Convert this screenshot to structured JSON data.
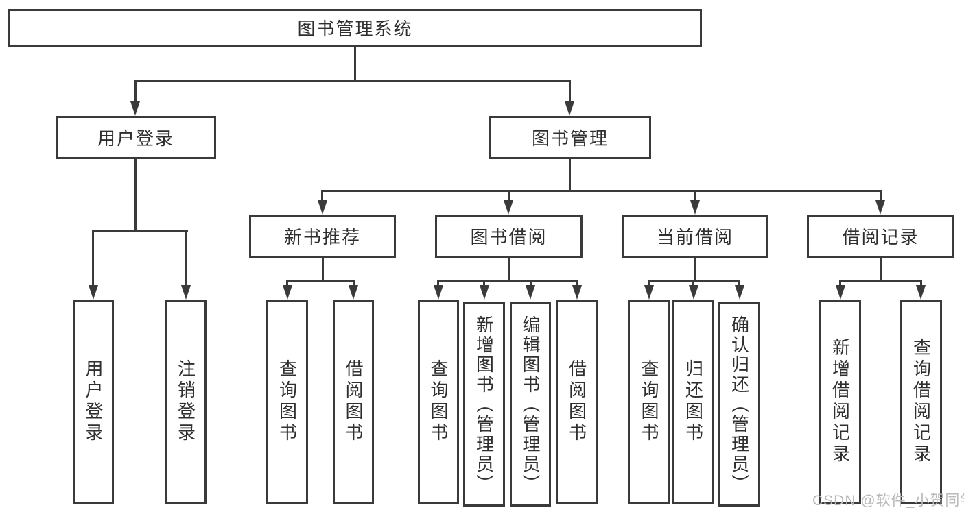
{
  "diagram": {
    "title": "图书管理系统",
    "nodes": {
      "root": "图书管理系统",
      "level2": [
        "用户登录",
        "图书管理"
      ],
      "level3": [
        "新书推荐",
        "图书借阅",
        "当前借阅",
        "借阅记录"
      ],
      "leaves": [
        "用户登录",
        "注销登录",
        "查询图书",
        "借阅图书",
        "查询图书",
        "新增图书（管理员）",
        "编辑图书（管理员）",
        "借阅图书",
        "查询图书",
        "归还图书",
        "确认归还（管理员）",
        "新增借阅记录",
        "查询借阅记录"
      ]
    },
    "hierarchy": [
      {
        "parent": "用户登录",
        "children": [
          "用户登录",
          "注销登录"
        ]
      },
      {
        "parent": "图书管理",
        "children": [
          "新书推荐",
          "图书借阅",
          "当前借阅",
          "借阅记录"
        ]
      },
      {
        "parent": "新书推荐",
        "children": [
          "查询图书",
          "借阅图书"
        ]
      },
      {
        "parent": "图书借阅",
        "children": [
          "查询图书",
          "新增图书（管理员）",
          "编辑图书（管理员）",
          "借阅图书"
        ]
      },
      {
        "parent": "当前借阅",
        "children": [
          "查询图书",
          "归还图书",
          "确认归还（管理员）"
        ]
      },
      {
        "parent": "借阅记录",
        "children": [
          "新增借阅记录",
          "查询借阅记录"
        ]
      }
    ],
    "watermark": "CSDN @软件_小贺同学",
    "colors": {
      "line": "#3a3a3a",
      "box_border": "#3a3a3a",
      "text": "#2f2f2f",
      "watermark": "#b9b9b9",
      "background": "#ffffff"
    }
  }
}
